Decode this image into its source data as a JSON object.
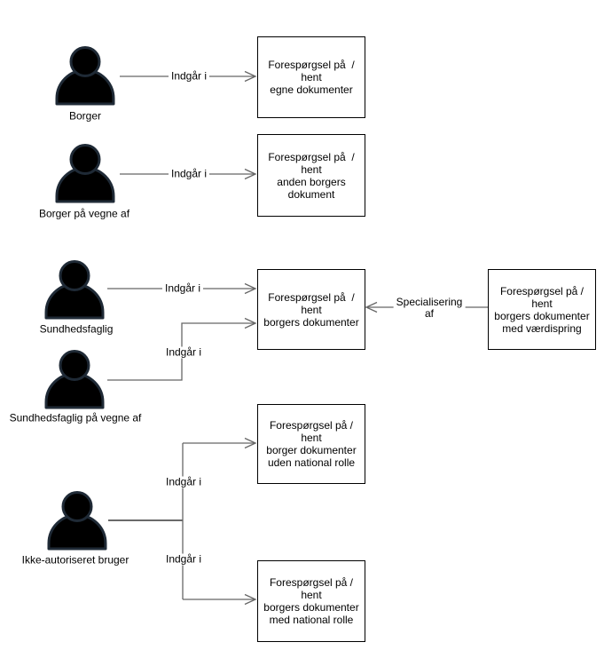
{
  "diagram": {
    "actors": [
      {
        "name": "Borger"
      },
      {
        "name": "Borger på vegne af"
      },
      {
        "name": "Sundhedsfaglig"
      },
      {
        "name": "Sundhedsfaglig på vegne af"
      },
      {
        "name": "Ikke-autoriseret bruger"
      }
    ],
    "use_cases": [
      {
        "text": "Forespørgsel på  /\nhent\negne dokumenter"
      },
      {
        "text": "Forespørgsel på  /\nhent\nanden borgers\ndokument"
      },
      {
        "text": "Forespørgsel på  /\nhent\nborgers dokumenter"
      },
      {
        "text": "Forespørgsel på /\nhent\nborgers dokumenter\nmed værdispring"
      },
      {
        "text": "Forespørgsel på /\nhent\nborger dokumenter\nuden national rolle"
      },
      {
        "text": "Forespørgsel på /\nhent\nborgers dokumenter\nmed national rolle"
      }
    ],
    "edge_labels": {
      "indgaar_i": "Indgår i",
      "specialisering_af": "Specialisering\naf"
    },
    "icons": {
      "actor": "person-icon"
    },
    "colors": {
      "connector": "#666666",
      "actor_connector": "#383838",
      "box_border": "#000000",
      "actor_fill": "#000000",
      "actor_outline": "#1f2a36",
      "background": "#ffffff",
      "text": "#000000"
    }
  }
}
